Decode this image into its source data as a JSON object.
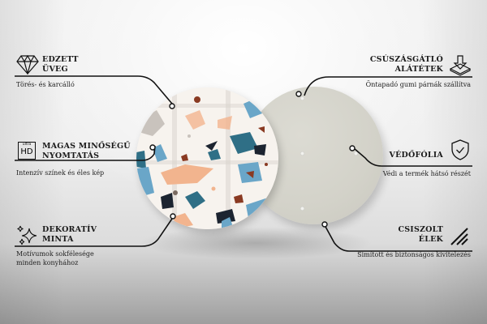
{
  "features": {
    "left": [
      {
        "icon": "diamond-icon",
        "title_line1": "EDZETT",
        "title_line2": "ÜVEG",
        "desc_line1": "Törés- és karcálló",
        "desc_line2": ""
      },
      {
        "icon": "ultra-hd-icon",
        "icon_text_small": "ultra",
        "icon_text_big": "HD",
        "title_line1": "MAGAS MINŐSÉGŰ",
        "title_line2": "NYOMTATÁS",
        "desc_line1": "Intenzív színek és éles kép",
        "desc_line2": ""
      },
      {
        "icon": "sparkles-icon",
        "title_line1": "DEKORATÍV",
        "title_line2": "MINTA",
        "desc_line1": "Motívumok sokfélesége",
        "desc_line2": "minden konyhához"
      }
    ],
    "right": [
      {
        "icon": "anti-slip-pad-icon",
        "title_line1": "CSÚSZÁSGÁTLÓ",
        "title_line2": "ALÁTÉTEK",
        "desc_line1": "Öntapadó gumi párnák szállítva"
      },
      {
        "icon": "shield-check-icon",
        "title_line1": "VÉDŐFÓLIA",
        "title_line2": "",
        "desc_line1": "Védi a termék hátsó részét"
      },
      {
        "icon": "polished-edge-icon",
        "title_line1": "CSISZOLT",
        "title_line2": "ÉLEK",
        "desc_line1": "Simított és biztonságos kivitelezés"
      }
    ]
  },
  "product": {
    "front_pattern": "terrazzo",
    "colors": {
      "base": "#f7f3ee",
      "blue": "#6aa6c8",
      "teal": "#2f6f86",
      "peach": "#f2b48e",
      "rust": "#8a3a22",
      "navy": "#1c2430",
      "taupe": "#7a6a60",
      "grey": "#c9c3bd",
      "back": "#d3d2c9"
    }
  }
}
